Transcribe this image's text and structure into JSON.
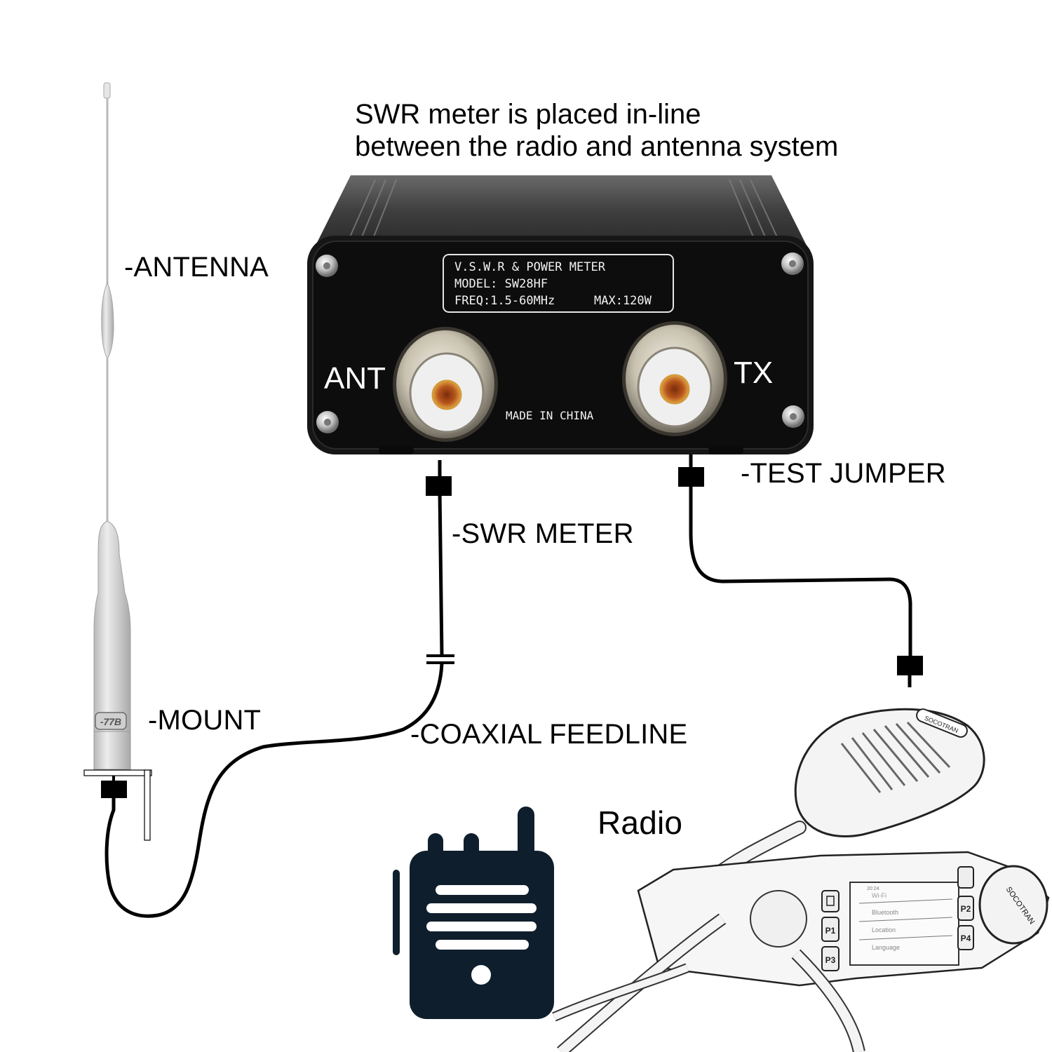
{
  "title": {
    "line1": "SWR meter is placed in-line",
    "line2": "between the radio and antenna system"
  },
  "labels": {
    "antenna": "-ANTENNA",
    "swr_meter": "-SWR METER",
    "test_jumper": "-TEST JUMPER",
    "mount": "-MOUNT",
    "coaxial_feedline": "-COAXIAL FEEDLINE",
    "radio": "Radio"
  },
  "device": {
    "panel_line1": "V.S.W.R & POWER METER",
    "panel_line2": "MODEL: SW28HF",
    "panel_freq": "FREQ:1.5-60MHz",
    "panel_max": "MAX:120W",
    "port_left": "ANT",
    "port_right": "TX",
    "origin": "MADE IN CHINA"
  },
  "antenna": {
    "model_tag": "-77B"
  },
  "radio_unit": {
    "brand": "SOCOTRAN",
    "buttons": [
      "P1",
      "P2",
      "P3",
      "P4"
    ],
    "screen_items": [
      "Wi-Fi",
      "Bluetooth",
      "Location",
      "Language"
    ],
    "screen_time": "20:24"
  },
  "colors": {
    "ink": "#000000",
    "device_body": "#1a1a1a",
    "walkie_icon": "#0f1e2c",
    "connector_pin": "#b5541c"
  }
}
